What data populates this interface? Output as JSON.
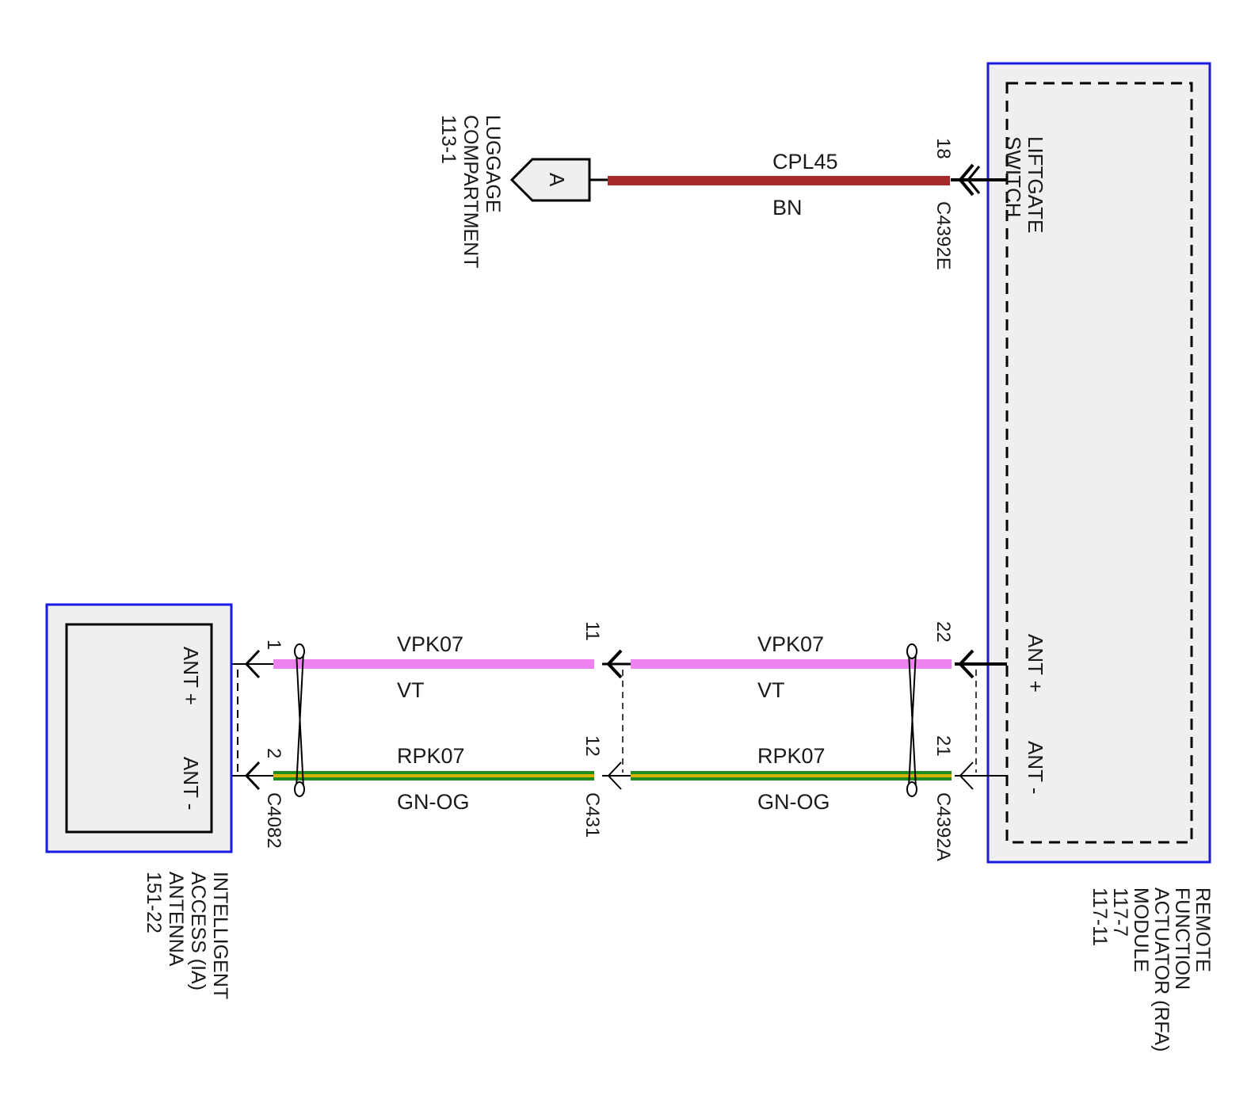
{
  "colors": {
    "module_border": "#1a1ae0",
    "module_fill": "#efefef",
    "wire_brown": "#a52a2a",
    "wire_violet": "#ee82ee",
    "wire_green": "#1e8c1e",
    "wire_orange_stripe": "#d8b200",
    "line": "#000000"
  },
  "rfa_module": {
    "name_lines": [
      "REMOTE",
      "FUNCTION",
      "ACTUATOR (RFA)",
      "MODULE",
      "117-7",
      "117-11"
    ],
    "internal_labels": {
      "liftgate_switch": [
        "LIFTGATE",
        "SWITCH"
      ],
      "ant_plus": "ANT +",
      "ant_minus": "ANT -"
    },
    "connectors": {
      "liftgate": "C4392E",
      "antenna": "C4392A"
    },
    "pins": {
      "liftgate": "18",
      "ant_plus": "22",
      "ant_minus": "21"
    }
  },
  "luggage_compartment": {
    "name_lines": [
      "LUGGAGE",
      "COMPARTMENT",
      "113-1"
    ],
    "reference_letter": "A"
  },
  "ia_antenna": {
    "name_lines": [
      "INTELLIGENT",
      "ACCESS (IA)",
      "ANTENNA",
      "151-22"
    ],
    "ant_plus": "ANT +",
    "ant_minus": "ANT -",
    "connector": "C4082",
    "pins": {
      "ant_plus": "1",
      "ant_minus": "2"
    }
  },
  "inline_connector": {
    "name": "C431",
    "pins": {
      "ant_plus": "11",
      "ant_minus": "12"
    }
  },
  "wires": {
    "liftgate": {
      "circuit": "CPL45",
      "color": "BN"
    },
    "ant_plus_right": {
      "circuit": "VPK07",
      "color": "VT"
    },
    "ant_plus_left": {
      "circuit": "VPK07",
      "color": "VT"
    },
    "ant_minus_right": {
      "circuit": "RPK07",
      "color": "GN-OG"
    },
    "ant_minus_left": {
      "circuit": "RPK07",
      "color": "GN-OG"
    }
  }
}
